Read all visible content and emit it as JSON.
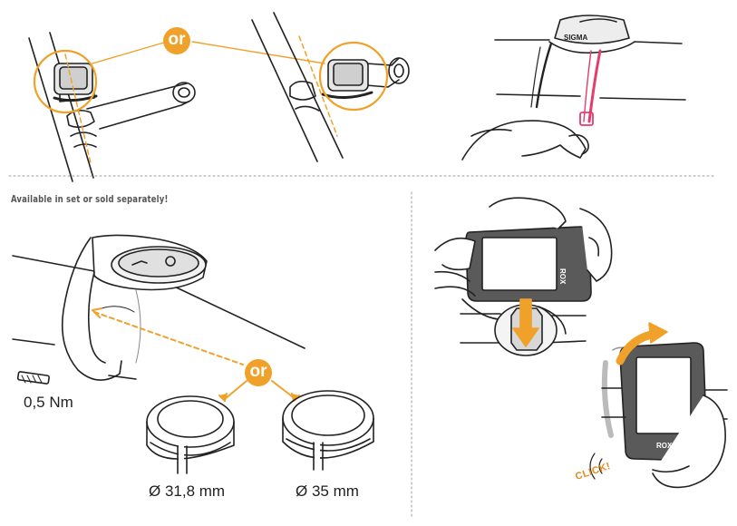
{
  "note": "Available in set or sold separately!",
  "badges": {
    "top": "or",
    "middle": "or"
  },
  "labels": {
    "torque": "0,5 Nm",
    "ring_small": "Ø 31,8 mm",
    "ring_large": "Ø 35 mm",
    "click": "CLICK!",
    "brand": "SIGMA",
    "device_name": "ROX"
  },
  "colors": {
    "accent": "#f0a12a",
    "strap": "#e23d6b",
    "line": "#222222",
    "device": "#5a5a5a"
  }
}
